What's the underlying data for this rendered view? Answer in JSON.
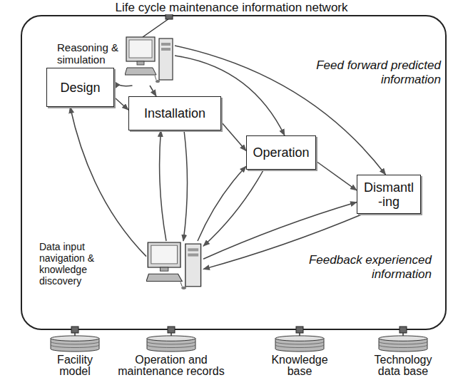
{
  "diagram": {
    "title": "Life cycle maintenance information network",
    "nodes": [
      {
        "text": [
          "Reasoning & simulation"
        ]
      },
      {
        "text": [
          "Design"
        ]
      },
      {
        "text": [
          "Installation"
        ]
      },
      {
        "text": [
          "Operation"
        ]
      },
      {
        "text": [
          "Dismantl -ing"
        ]
      },
      {
        "text": [
          "Data input navigation & knowledge discovery"
        ]
      },
      {
        "text": [
          "Facility model"
        ]
      },
      {
        "text": [
          "Operation and maintenance records"
        ]
      },
      {
        "text": [
          "Knowledge base"
        ]
      },
      {
        "text": [
          "Technology data base"
        ]
      }
    ],
    "edges": [
      {
        "from": 0,
        "to": 1,
        "arrow": "to"
      },
      {
        "from": 0,
        "to": 2,
        "arrow": "to"
      },
      {
        "from": 0,
        "to": 3,
        "arrow": "to"
      },
      {
        "from": 0,
        "to": 4,
        "arrow": "to"
      },
      {
        "from": 1,
        "to": 2,
        "arrow": "to"
      },
      {
        "from": 2,
        "to": 3,
        "arrow": "to"
      },
      {
        "from": 3,
        "to": 4,
        "arrow": "to"
      },
      {
        "from": 5,
        "to": 1,
        "arrow": "to"
      },
      {
        "from": 5,
        "to": 2,
        "arrow": "to"
      },
      {
        "from": 2,
        "to": 5,
        "arrow": "to"
      },
      {
        "from": 5,
        "to": 3,
        "arrow": "to"
      },
      {
        "from": 3,
        "to": 5,
        "arrow": "to"
      },
      {
        "from": 5,
        "to": 4,
        "arrow": "to"
      },
      {
        "from": 4,
        "to": 5,
        "arrow": "to"
      }
    ],
    "labels": [
      "Feed forward predicted information",
      "Feedback experienced information"
    ]
  }
}
